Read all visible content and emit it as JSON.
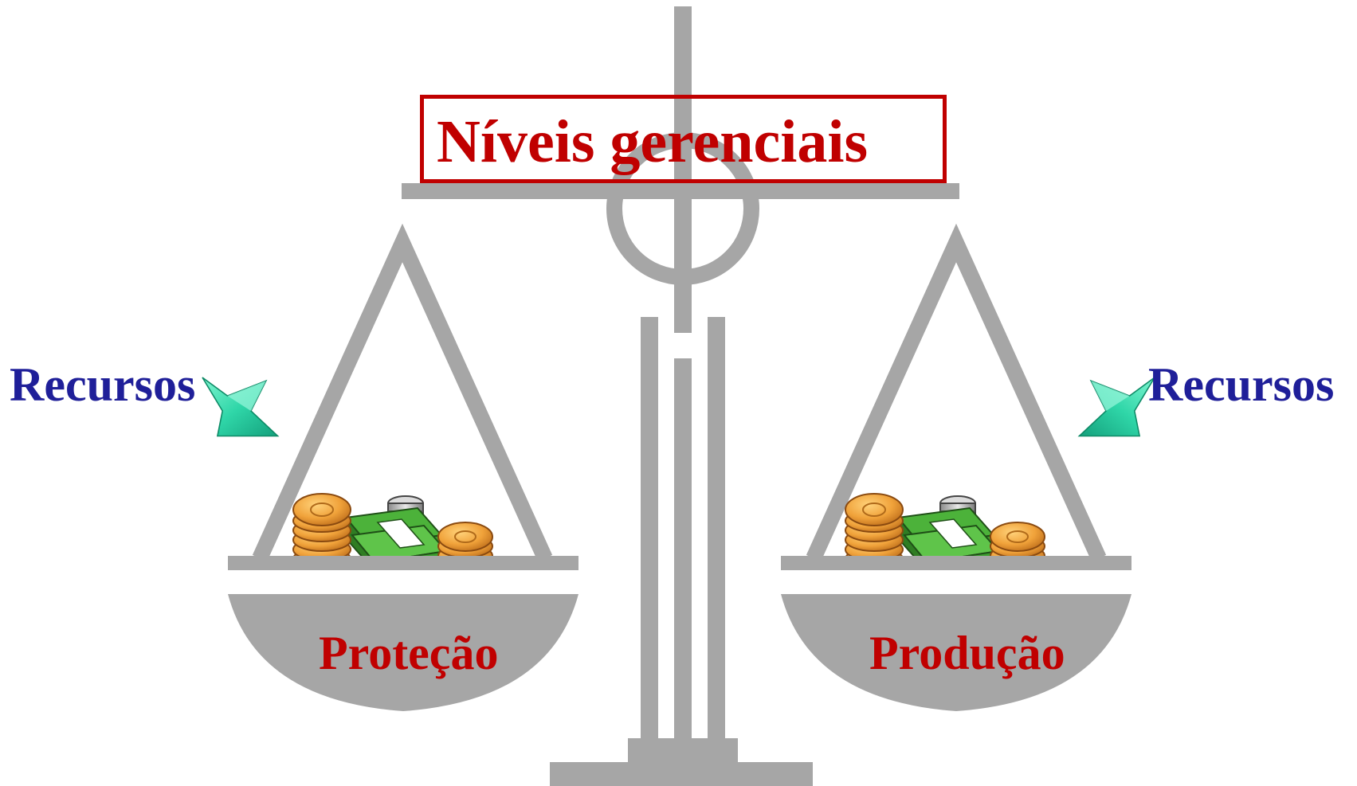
{
  "title": "Níveis gerenciais",
  "left_pan": {
    "resource_label": "Recursos",
    "label": "Proteção"
  },
  "right_pan": {
    "resource_label": "Recursos",
    "label": "Produção"
  },
  "colors": {
    "scale_gray": "#a6a6a6",
    "title_red": "#c00000",
    "resource_blue": "#1f1f99",
    "arrow_teal": "#2fd6a8",
    "coin_gold": "#e8952a",
    "bill_green": "#3c9e2e"
  },
  "icons": {
    "arrow": "teal-arrow-icon",
    "money": "money-stack-icon"
  }
}
